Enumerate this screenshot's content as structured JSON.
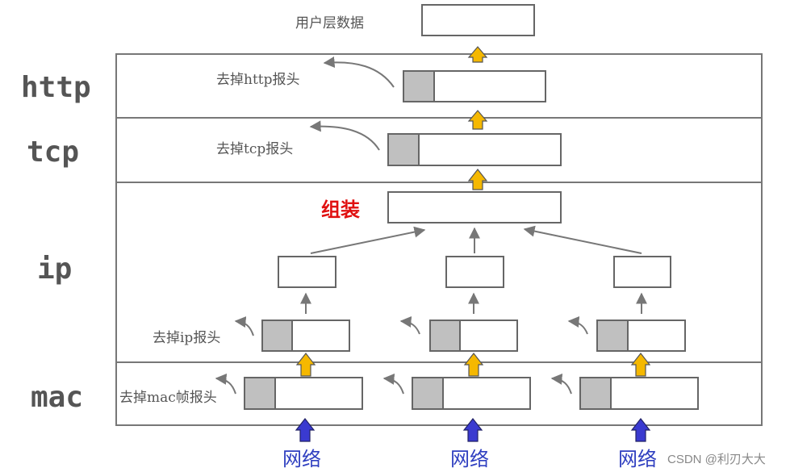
{
  "layers": {
    "http": "http",
    "tcp": "tcp",
    "ip": "ip",
    "mac": "mac"
  },
  "annotations": {
    "app_data": "用户层数据",
    "strip_http": "去掉http报头",
    "strip_tcp": "去掉tcp报头",
    "assemble": "组装",
    "strip_ip": "去掉ip报头",
    "strip_mac": "去掉mac帧报头"
  },
  "network": {
    "left": "网络",
    "middle": "网络",
    "right": "网络"
  },
  "watermark": "CSDN @利刃大大",
  "colors": {
    "header_fill": "#c0c0c0",
    "up_arrow_yellow": "#f5b800",
    "up_arrow_blue": "#3a3ad0",
    "assemble_text": "#e01010",
    "network_text": "#2f3fc0"
  }
}
